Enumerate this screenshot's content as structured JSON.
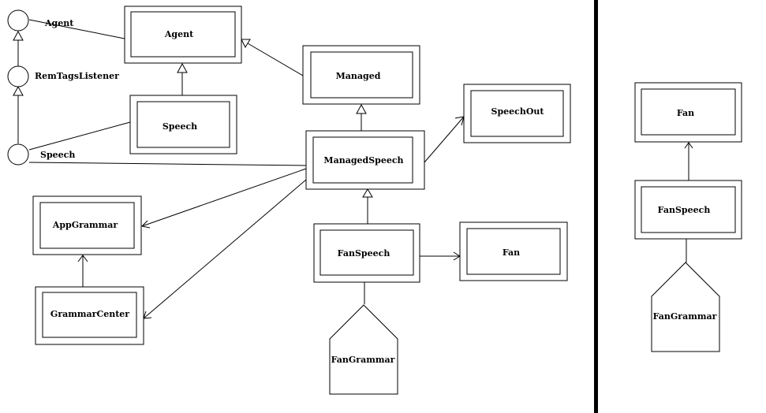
{
  "classes": {
    "agent": "Agent",
    "managed": "Managed",
    "speech": "Speech",
    "speech_out": "SpeechOut",
    "managed_speech": "ManagedSpeech",
    "app_grammar": "AppGrammar",
    "grammar_center": "GrammarCenter",
    "fan_speech": "FanSpeech",
    "fan": "Fan",
    "fan_grammar": "FanGrammar",
    "right_fan": "Fan",
    "right_fan_speech": "FanSpeech",
    "right_fan_grammar": "FanGrammar"
  },
  "interfaces": {
    "agent": "Agent",
    "rem_tags_listener": "RemTagsListener",
    "speech": "Speech"
  },
  "colors": {
    "stroke": "#000000",
    "background": "#ffffff"
  }
}
